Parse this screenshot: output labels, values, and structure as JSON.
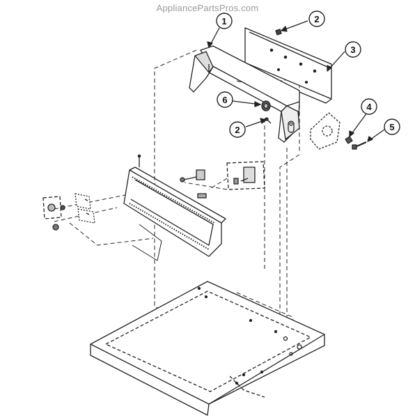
{
  "watermark": "AppliancePartsPros.com",
  "callouts": [
    {
      "id": "c1",
      "label": "1"
    },
    {
      "id": "c2a",
      "label": "2"
    },
    {
      "id": "c3",
      "label": "3"
    },
    {
      "id": "c6",
      "label": "6"
    },
    {
      "id": "c2b",
      "label": "2"
    },
    {
      "id": "c4",
      "label": "4"
    },
    {
      "id": "c5",
      "label": "5"
    }
  ]
}
